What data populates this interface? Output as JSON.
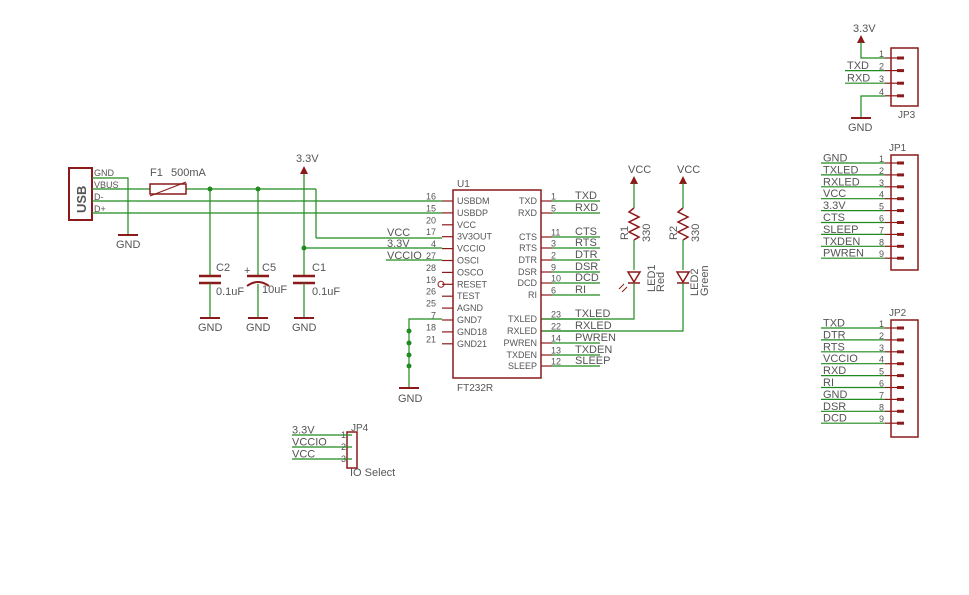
{
  "colors": {
    "wire": "#1f8a1f",
    "part": "#8c1a1a",
    "text": "#555555",
    "background": "#ffffff"
  },
  "usb": {
    "label": "USB",
    "pins": [
      "GND",
      "VBUS",
      "D-",
      "D+"
    ],
    "gnd": "GND"
  },
  "fuse": {
    "name": "F1",
    "value": "500mA"
  },
  "caps": [
    {
      "name": "C2",
      "value": "0.1uF",
      "gnd": "GND"
    },
    {
      "name": "C5",
      "value": "10uF",
      "gnd": "GND"
    },
    {
      "name": "C1",
      "value": "0.1uF",
      "gnd": "GND"
    }
  ],
  "supply_33": "3.3V",
  "u1": {
    "name": "U1",
    "part": "FT232R",
    "left_pins": [
      {
        "num": "16",
        "name": "USBDM"
      },
      {
        "num": "15",
        "name": "USBDP"
      },
      {
        "num": "20",
        "name": "VCC"
      },
      {
        "num": "17",
        "name": "3V3OUT"
      },
      {
        "num": "4",
        "name": "VCCIO"
      },
      {
        "num": "27",
        "name": "OSCI"
      },
      {
        "num": "28",
        "name": "OSCO"
      },
      {
        "num": "19",
        "name": "RESET"
      },
      {
        "num": "26",
        "name": "TEST"
      },
      {
        "num": "25",
        "name": "AGND"
      },
      {
        "num": "7",
        "name": "GND7"
      },
      {
        "num": "18",
        "name": "GND18"
      },
      {
        "num": "21",
        "name": "GND21"
      }
    ],
    "right_pins": [
      {
        "num": "1",
        "name": "TXD",
        "net": "TXD"
      },
      {
        "num": "5",
        "name": "RXD",
        "net": "RXD"
      },
      {
        "num": "11",
        "name": "CTS",
        "net": "CTS"
      },
      {
        "num": "3",
        "name": "RTS",
        "net": "RTS"
      },
      {
        "num": "2",
        "name": "DTR",
        "net": "DTR"
      },
      {
        "num": "9",
        "name": "DSR",
        "net": "DSR"
      },
      {
        "num": "10",
        "name": "DCD",
        "net": "DCD"
      },
      {
        "num": "6",
        "name": "RI",
        "net": "RI"
      },
      {
        "num": "23",
        "name": "TXLED",
        "net": "TXLED"
      },
      {
        "num": "22",
        "name": "RXLED",
        "net": "RXLED"
      },
      {
        "num": "14",
        "name": "PWREN",
        "net": "PWREN"
      },
      {
        "num": "13",
        "name": "TXDEN",
        "net": "TXDEN"
      },
      {
        "num": "12",
        "name": "SLEEP",
        "net": "SLEEP"
      }
    ],
    "left_nets": [
      "VCC",
      "3.3V",
      "VCCIO"
    ],
    "gnd": "GND"
  },
  "resistors": [
    {
      "name": "R1",
      "value": "330",
      "supply": "VCC"
    },
    {
      "name": "R2",
      "value": "330",
      "supply": "VCC"
    }
  ],
  "leds": [
    {
      "name": "LED1",
      "color": "Red"
    },
    {
      "name": "LED2",
      "color": "Green"
    }
  ],
  "jp3": {
    "name": "JP3",
    "supply": "3.3V",
    "gnd": "GND",
    "pins": [
      {
        "num": "1",
        "net": ""
      },
      {
        "num": "2",
        "net": "TXD"
      },
      {
        "num": "3",
        "net": "RXD"
      },
      {
        "num": "4",
        "net": ""
      }
    ]
  },
  "jp1": {
    "name": "JP1",
    "pins": [
      {
        "num": "1",
        "net": "GND"
      },
      {
        "num": "2",
        "net": "TXLED"
      },
      {
        "num": "3",
        "net": "RXLED"
      },
      {
        "num": "4",
        "net": "VCC"
      },
      {
        "num": "5",
        "net": "3.3V"
      },
      {
        "num": "6",
        "net": "CTS"
      },
      {
        "num": "7",
        "net": "SLEEP"
      },
      {
        "num": "8",
        "net": "TXDEN"
      },
      {
        "num": "9",
        "net": "PWREN"
      }
    ]
  },
  "jp2": {
    "name": "JP2",
    "pins": [
      {
        "num": "1",
        "net": "TXD"
      },
      {
        "num": "2",
        "net": "DTR"
      },
      {
        "num": "3",
        "net": "RTS"
      },
      {
        "num": "4",
        "net": "VCCIO"
      },
      {
        "num": "5",
        "net": "RXD"
      },
      {
        "num": "6",
        "net": "RI"
      },
      {
        "num": "7",
        "net": "GND"
      },
      {
        "num": "8",
        "net": "DSR"
      },
      {
        "num": "9",
        "net": "DCD"
      }
    ]
  },
  "jp4": {
    "name": "JP4",
    "caption": "IO Select",
    "pins": [
      {
        "num": "1",
        "net": "3.3V"
      },
      {
        "num": "2",
        "net": "VCCIO"
      },
      {
        "num": "3",
        "net": "VCC"
      }
    ]
  }
}
